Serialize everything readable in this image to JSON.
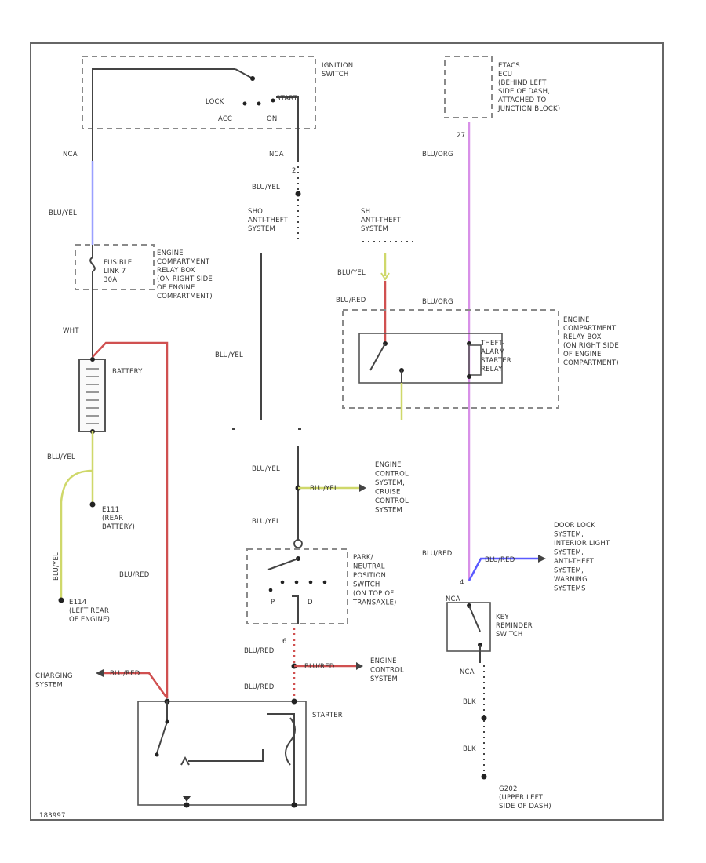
{
  "components": {
    "ignition_switch": {
      "name": "IGNITION\nSWITCH",
      "pos_lock": "LOCK",
      "pos_acc": "ACC",
      "pos_on": "ON",
      "pos_start": "START"
    },
    "etacs_ecu": {
      "name": "ETACS\nECU\n(BEHIND LEFT\nSIDE OF DASH,\nATTACHED TO\nJUNCTION BLOCK)",
      "pin": "27"
    },
    "fusible_link": {
      "name": "FUSIBLE\nLINK 7\n30A"
    },
    "engine_relay_box_left": {
      "name": "ENGINE\nCOMPARTMENT\nRELAY BOX\n(ON RIGHT SIDE\nOF ENGINE\nCOMPARTMENT)"
    },
    "anti_theft_sho": {
      "name": "SHO\nANTI-THEFT\nSYSTEM"
    },
    "anti_theft_sh": {
      "name": "SH\nANTI-THEFT\nSYSTEM"
    },
    "theft_relay": {
      "name": "THEFT-\nALARM\nSTARTER\nRELAY"
    },
    "engine_relay_box_right": {
      "name": "ENGINE\nCOMPARTMENT\nRELAY BOX\n(ON RIGHT SIDE\nOF ENGINE\nCOMPARTMENT)"
    },
    "battery": {
      "name": "BATTERY"
    },
    "ground_e111": {
      "name": "E111\n(REAR\nBATTERY)"
    },
    "ground_e114": {
      "name": "E114\n(LEFT REAR\nOF ENGINE)"
    },
    "engine_control_cruise": {
      "name": "ENGINE\nCONTROL\nSYSTEM,\nCRUISE\nCONTROL\nSYSTEM"
    },
    "park_neutral_switch": {
      "name": "PARK/\nNEUTRAL\nPOSITION\nSWITCH\n(ON TOP OF\nTRANSAXLE)",
      "pos_p": "P",
      "pos_d": "D"
    },
    "door_lock_systems": {
      "name": "DOOR LOCK\nSYSTEM,\nINTERIOR LIGHT\nSYSTEM,\nANTI-THEFT\nSYSTEM,\nWARNING\nSYSTEMS"
    },
    "key_reminder": {
      "name": "KEY\nREMINDER\nSWITCH"
    },
    "charging_system": {
      "name": "CHARGING\nSYSTEM"
    },
    "engine_control": {
      "name": "ENGINE\nCONTROL\nSYSTEM"
    },
    "starter": {
      "name": "STARTER"
    },
    "ground_g202": {
      "name": "G202\n(UPPER LEFT\nSIDE OF DASH)"
    }
  },
  "wires": {
    "ign_left_conn": "NCA",
    "ign_right_conn": "NCA",
    "blu_yel_1": "BLU/YEL",
    "blu_yel_2": "BLU/YEL",
    "blu_yel_3": "BLU/YEL",
    "blu_yel_4": "BLU/YEL",
    "blu_yel_5": "BLU/YEL",
    "blu_yel_6": "BLU/YEL",
    "blu_yel_7": "BLU/YEL",
    "blu_yel_8": "BLU/YEL",
    "blu_yel_9": "BLU/YEL",
    "pin_2": "2",
    "wht": "WHT",
    "blu_red_relay": "BLU/RED",
    "blu_org_1": "BLU/ORG",
    "blu_org_2": "BLU/ORG",
    "blu_red_left": "BLU/RED",
    "blu_red_key": "BLU/RED",
    "blu_red_key_arrow": "BLU/RED",
    "pin_6_pnp": "6",
    "blu_red_pnp": "BLU/RED",
    "blu_red_engine_arrow": "BLU/RED",
    "blu_red_starter": "BLU/RED",
    "blu_red_charging": "BLU/RED",
    "pin_4_key": "4",
    "key_conn_top": "NCA",
    "key_conn_bottom": "NCA",
    "blk_1": "BLK",
    "blk_2": "BLK"
  },
  "footer": {
    "code": "183997"
  },
  "colors": {
    "wire_blu_yel": "#9aa0ff",
    "wire_red": "#d05050",
    "wire_yellow": "#cfd86a",
    "wire_pink": "#d890e8",
    "wire_blue": "#5a5aff",
    "wire_default": "#444444"
  }
}
